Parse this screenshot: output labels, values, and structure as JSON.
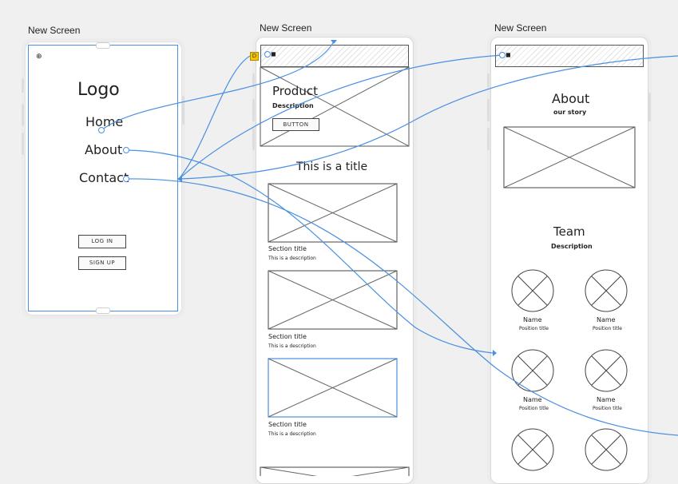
{
  "screens": [
    {
      "label": "New Screen"
    },
    {
      "label": "New Screen"
    },
    {
      "label": "New Screen"
    }
  ],
  "screen1": {
    "logo": "Logo",
    "nav": [
      "Home",
      "About",
      "Contact"
    ],
    "login": "LOG IN",
    "signup": "SIGN UP"
  },
  "screen2": {
    "hero_title": "Product",
    "hero_desc": "Description",
    "hero_button": "BUTTON",
    "title": "This is a title",
    "sections": [
      {
        "title": "Section title",
        "desc": "This is a description"
      },
      {
        "title": "Section title",
        "desc": "This is a description"
      },
      {
        "title": "Section title",
        "desc": "This is a description"
      }
    ]
  },
  "screen3": {
    "about_title": "About",
    "about_sub": "our story",
    "team_title": "Team",
    "team_sub": "Description",
    "members": [
      {
        "name": "Name",
        "position": "Position title"
      },
      {
        "name": "Name",
        "position": "Position title"
      },
      {
        "name": "Name",
        "position": "Position title"
      },
      {
        "name": "Name",
        "position": "Position title"
      }
    ]
  },
  "colors": {
    "link": "#4a90e2",
    "canvas": "#f0f0f0",
    "ink": "#222222"
  },
  "icons": [
    "globe-icon",
    "camera-icon",
    "badge-icon"
  ]
}
